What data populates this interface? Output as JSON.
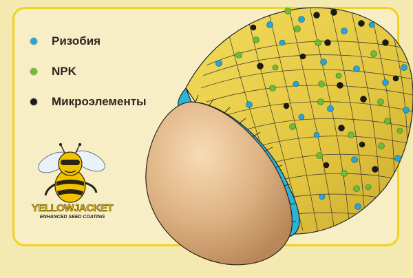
{
  "legend": {
    "items": [
      {
        "label": "Ризобия",
        "color": "#29a3d8"
      },
      {
        "label": "NPK",
        "color": "#6dbb3a"
      },
      {
        "label": "Микроэлементы",
        "color": "#1a1a1a"
      }
    ]
  },
  "brand": {
    "name": "YELLOWJACKET",
    "tagline": "ENHANCED SEED COATING"
  },
  "colors": {
    "coating_yellow": "#e9cf45",
    "coating_ring": "#2cb3d6",
    "seed": "#e2b786",
    "card_border": "#f1d21e"
  },
  "mascot": {
    "icon": "bee-mascot-icon"
  }
}
